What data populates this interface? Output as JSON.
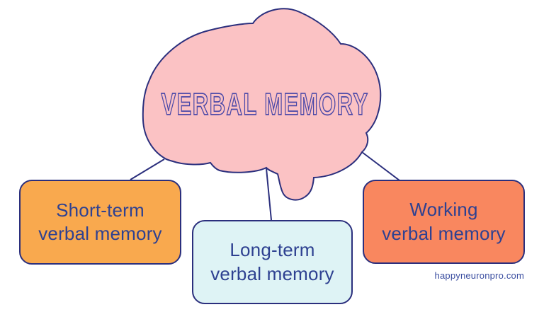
{
  "canvas": {
    "background": "#ffffff"
  },
  "colors": {
    "outline": "#2b2f7d",
    "title_stroke": "#4a48a8",
    "node_text": "#2e4191",
    "brain_fill": "#fbc2c4",
    "watermark_text": "#3a4da0"
  },
  "brain": {
    "title": "VERBAL MEMORY"
  },
  "nodes": [
    {
      "id": "short-term-verbal-memory",
      "line1": "Short-term",
      "line2": "verbal memory",
      "fill": "#f9a94e"
    },
    {
      "id": "long-term-verbal-memory",
      "line1": "Long-term",
      "line2": "verbal memory",
      "fill": "#def3f5"
    },
    {
      "id": "working-verbal-memory",
      "line1": "Working",
      "line2": "verbal memory",
      "fill": "#f9875f"
    }
  ],
  "watermark": "happyneuronpro.com"
}
